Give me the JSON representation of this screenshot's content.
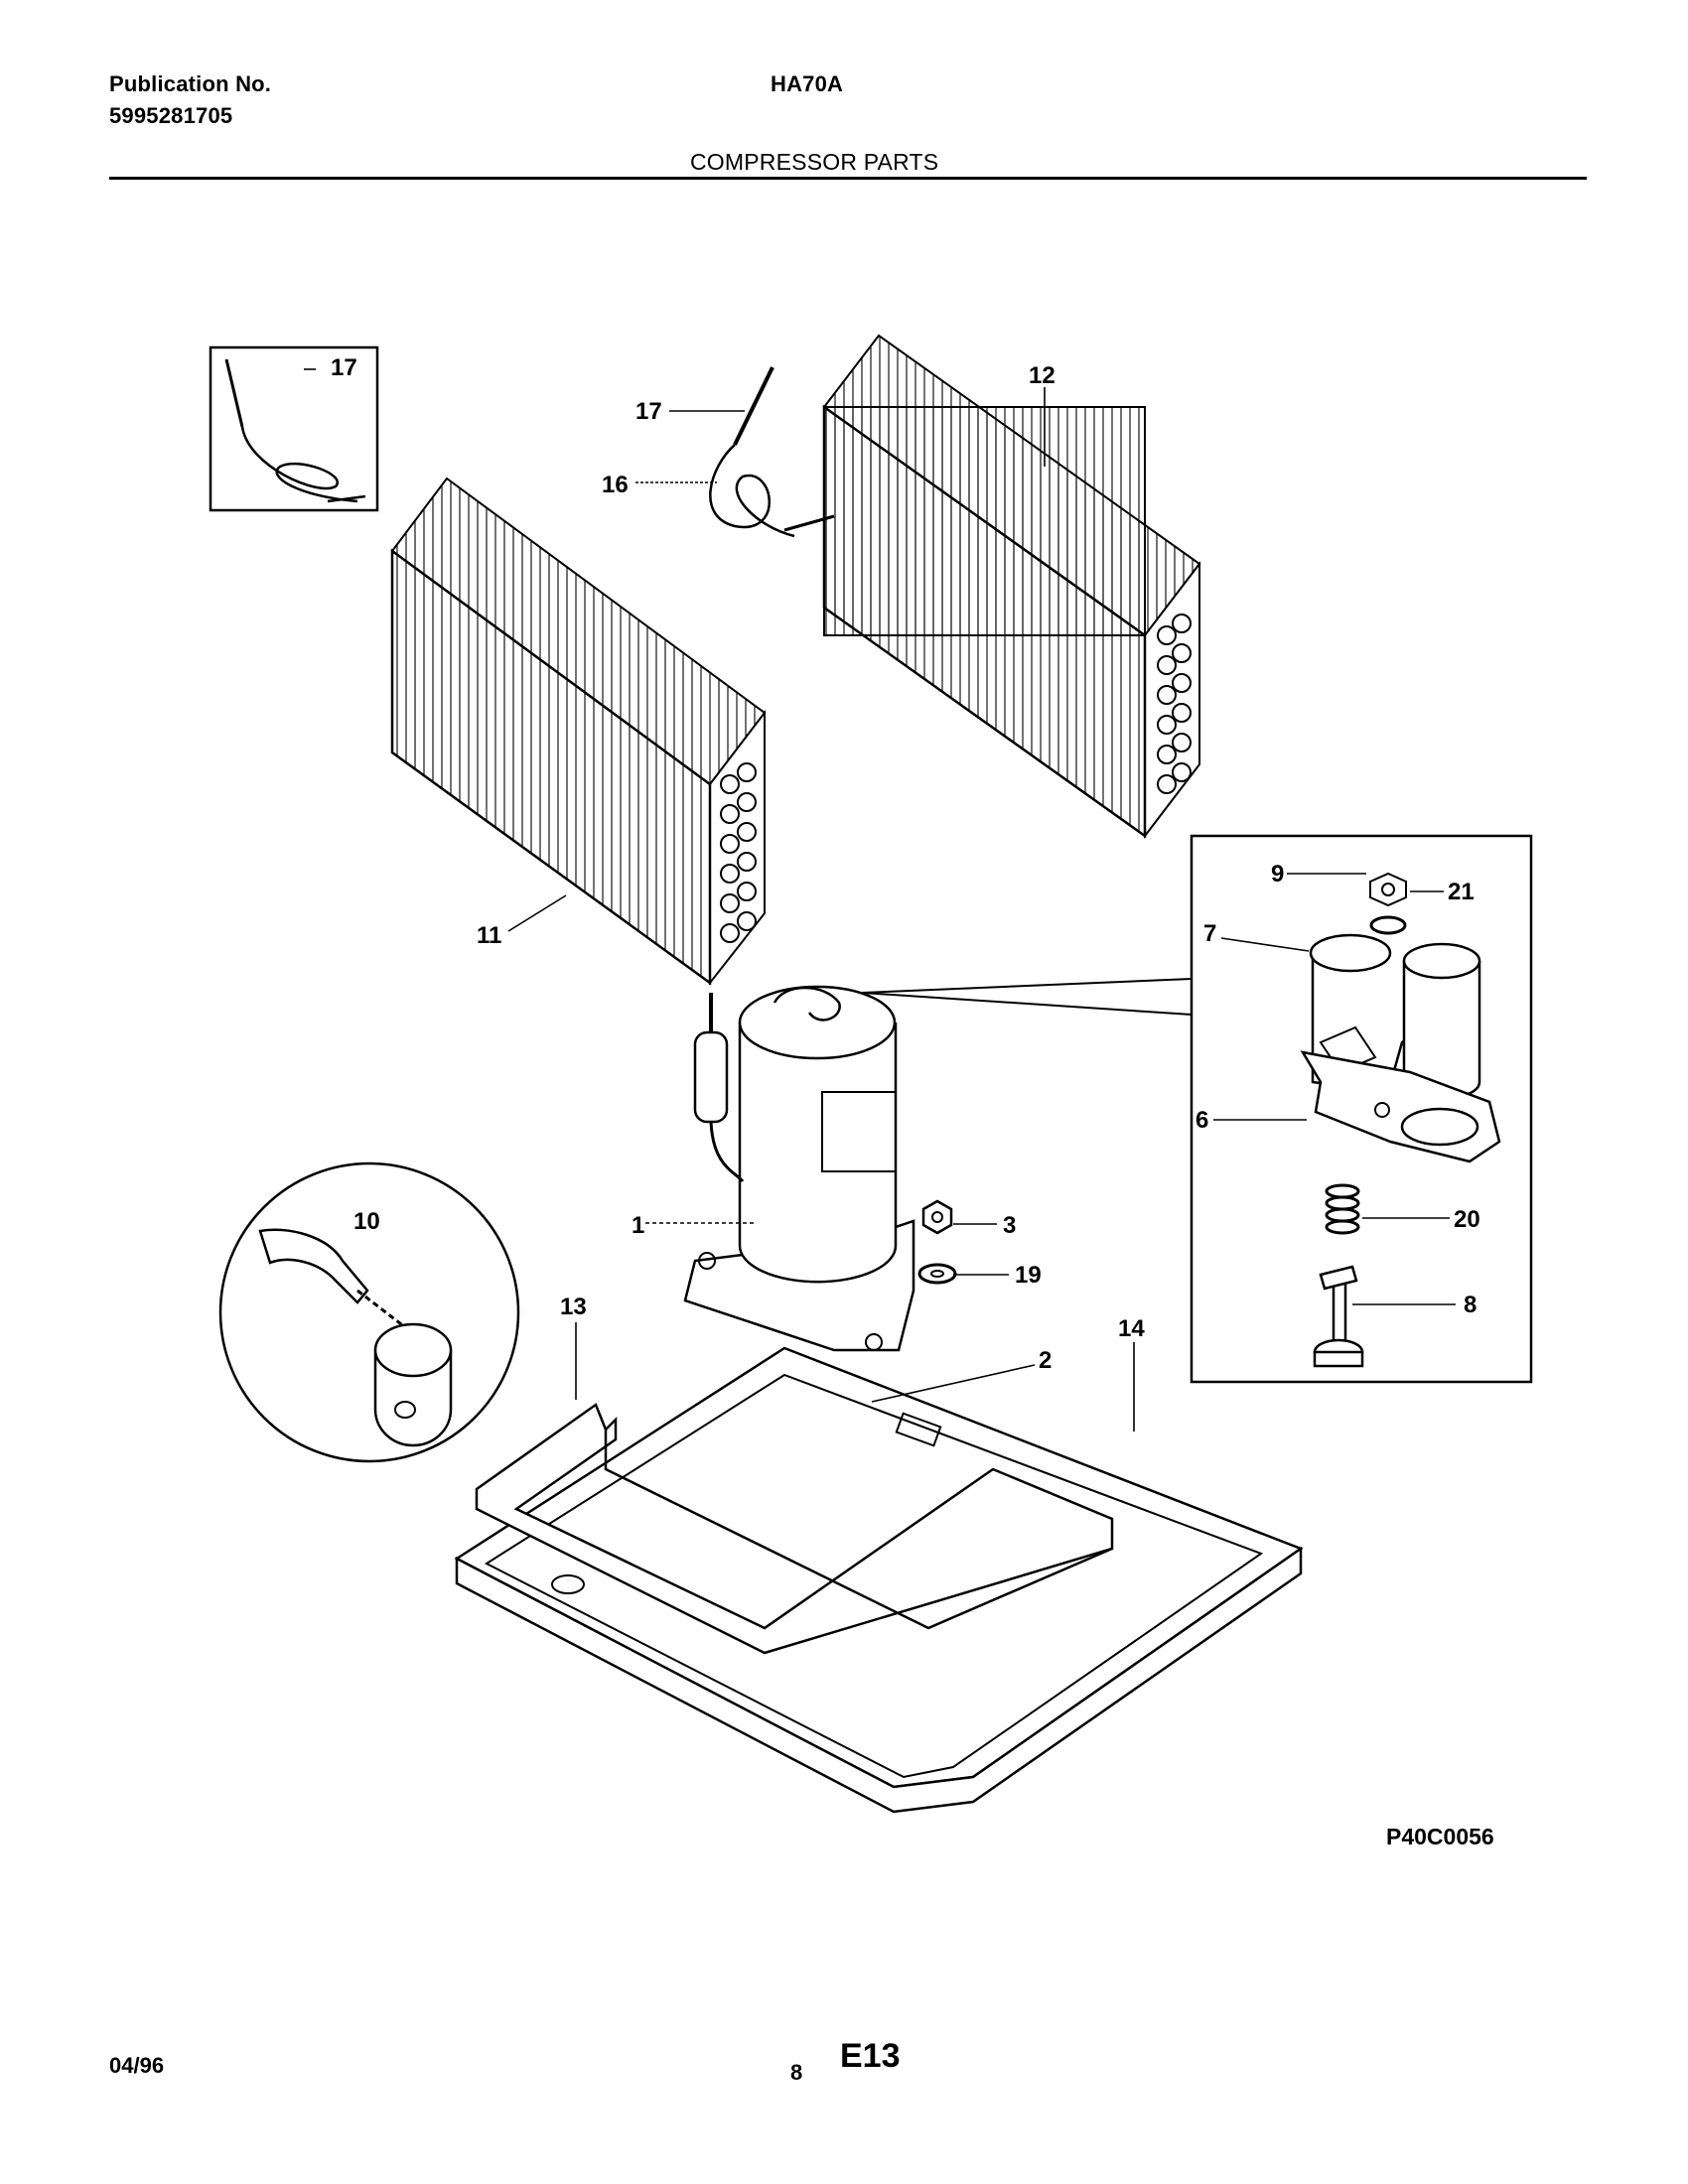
{
  "header": {
    "publication_label": "Publication No.",
    "publication_number": "5995281705",
    "model": "HA70A",
    "section_title": "COMPRESSOR PARTS"
  },
  "callouts": {
    "c1": "1",
    "c2": "2",
    "c3": "3",
    "c6": "6",
    "c7": "7",
    "c8": "8",
    "c9": "9",
    "c10": "10",
    "c11": "11",
    "c12": "12",
    "c13": "13",
    "c14": "14",
    "c16": "16",
    "c17a": "17",
    "c17b": "17",
    "c19": "19",
    "c20": "20",
    "c21": "21"
  },
  "footer": {
    "date": "04/96",
    "page_number": "8",
    "page_code": "E13",
    "figure_code": "P40C0056"
  }
}
